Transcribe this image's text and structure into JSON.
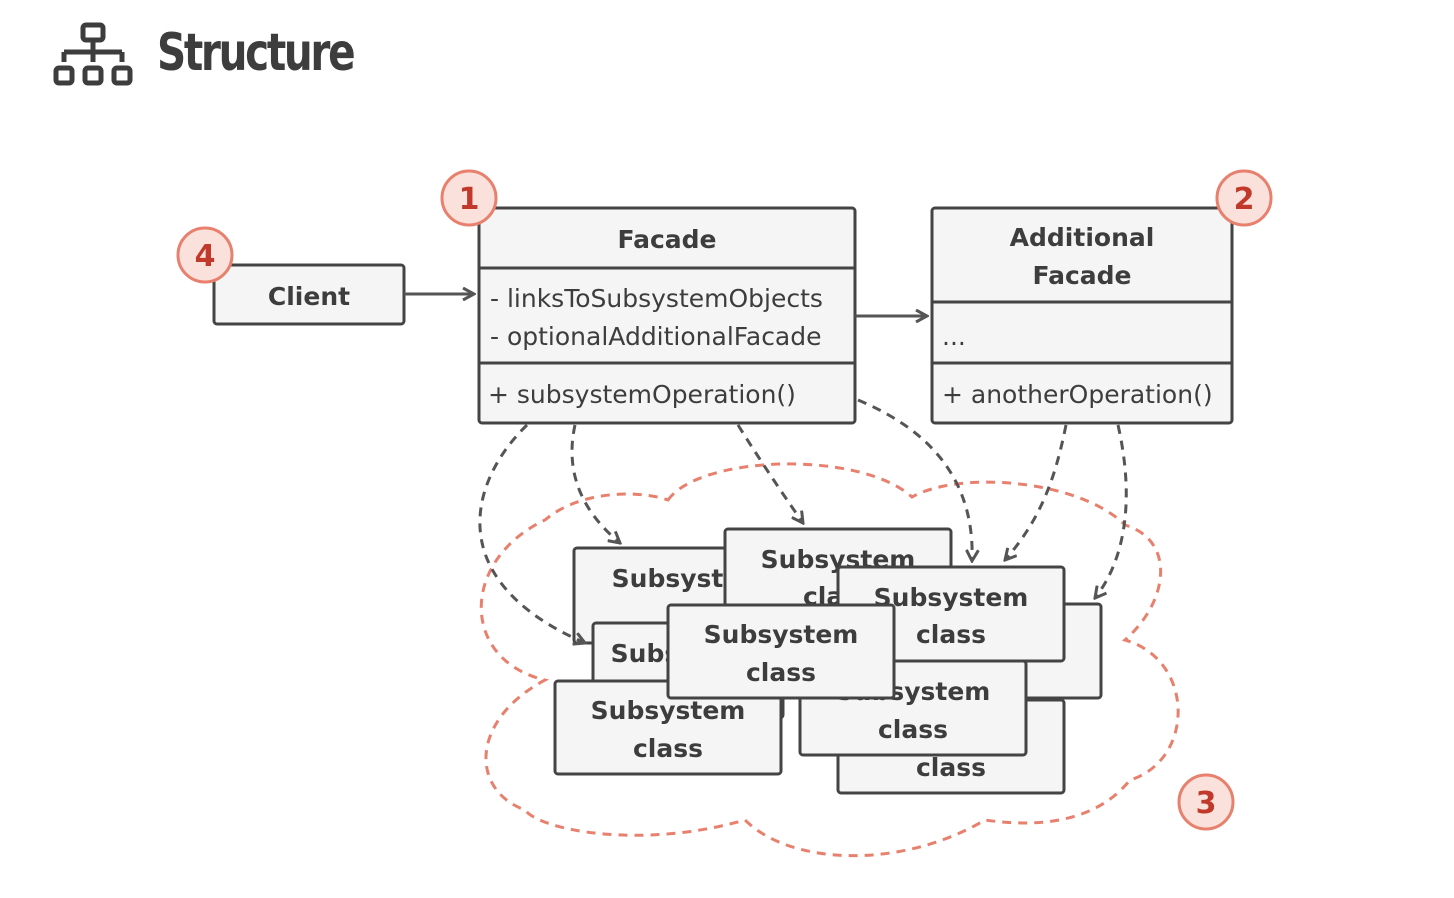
{
  "header": {
    "title": "Structure"
  },
  "client": {
    "title": "Client"
  },
  "facade": {
    "title": "Facade",
    "fields": [
      "- linksToSubsystemObjects",
      "- optionalAdditionalFacade"
    ],
    "methods": [
      "+ subsystemOperation()"
    ]
  },
  "additional_facade": {
    "title_line1": "Additional",
    "title_line2": "Facade",
    "fields": [
      "..."
    ],
    "methods": [
      "+ anotherOperation()"
    ]
  },
  "subsystem": {
    "line1": "Subsystem",
    "line2": "class"
  },
  "badges": [
    "1",
    "2",
    "3",
    "4"
  ],
  "colors": {
    "box_fill": "#f5f5f5",
    "stroke": "#444444",
    "accent": "#e8806e",
    "badge_text": "#c0392b"
  }
}
